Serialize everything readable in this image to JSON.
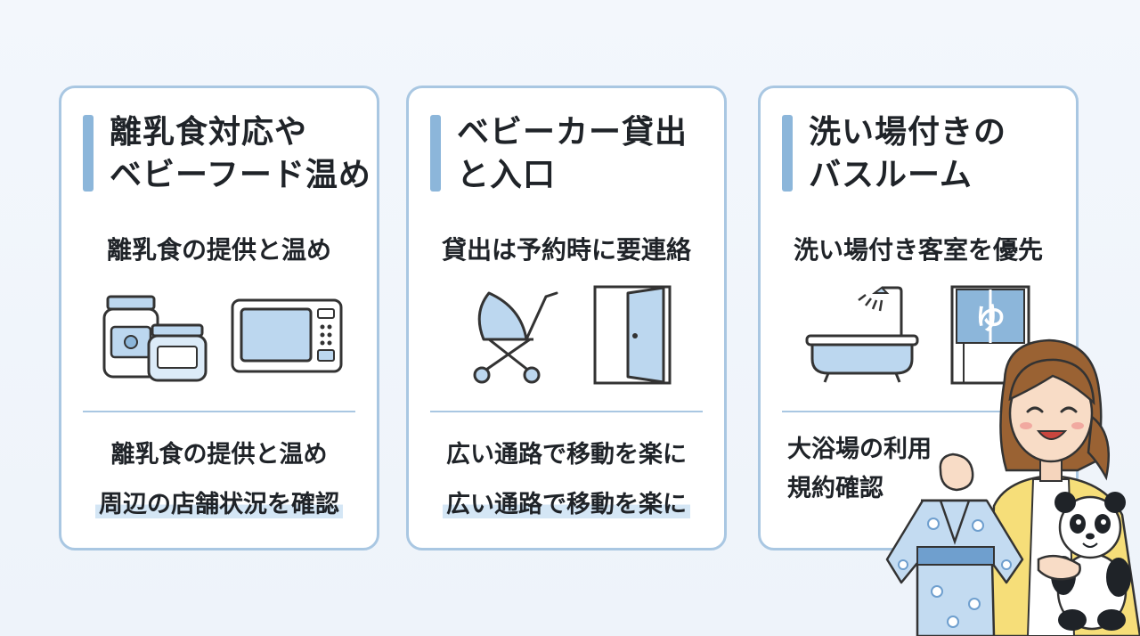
{
  "cards": [
    {
      "title_line1": "離乳食対応や",
      "title_line2": "ベビーフード温め",
      "subtitle": "離乳食の提供と温め",
      "icons": [
        "baby-food-jar-icon",
        "microwave-icon"
      ],
      "notes": [
        "離乳食の提供と温め",
        "周辺の店舗状況を確認"
      ]
    },
    {
      "title_line1": "ベビーカー貸出",
      "title_line2": "と入口",
      "subtitle": "貸出は予約時に要連絡",
      "icons": [
        "stroller-icon",
        "door-icon"
      ],
      "notes": [
        "広い通路で移動を楽に",
        "広い通路で移動を楽に"
      ]
    },
    {
      "title_line1": "洗い場付きの",
      "title_line2": "バスルーム",
      "subtitle": "洗い場付き客室を優先",
      "icons": [
        "bathtub-shower-icon",
        "hot-spring-curtain-icon"
      ],
      "notes": [
        "大浴場の利用",
        "規約確認"
      ],
      "curtain_glyph": "ゆ"
    }
  ],
  "illustration": "woman-with-yukata-and-panda-illustration",
  "colors": {
    "accent": "#8cb6da",
    "border": "#a9c7e2",
    "icon_fill": "#bcd7ef",
    "text": "#1f2328"
  }
}
